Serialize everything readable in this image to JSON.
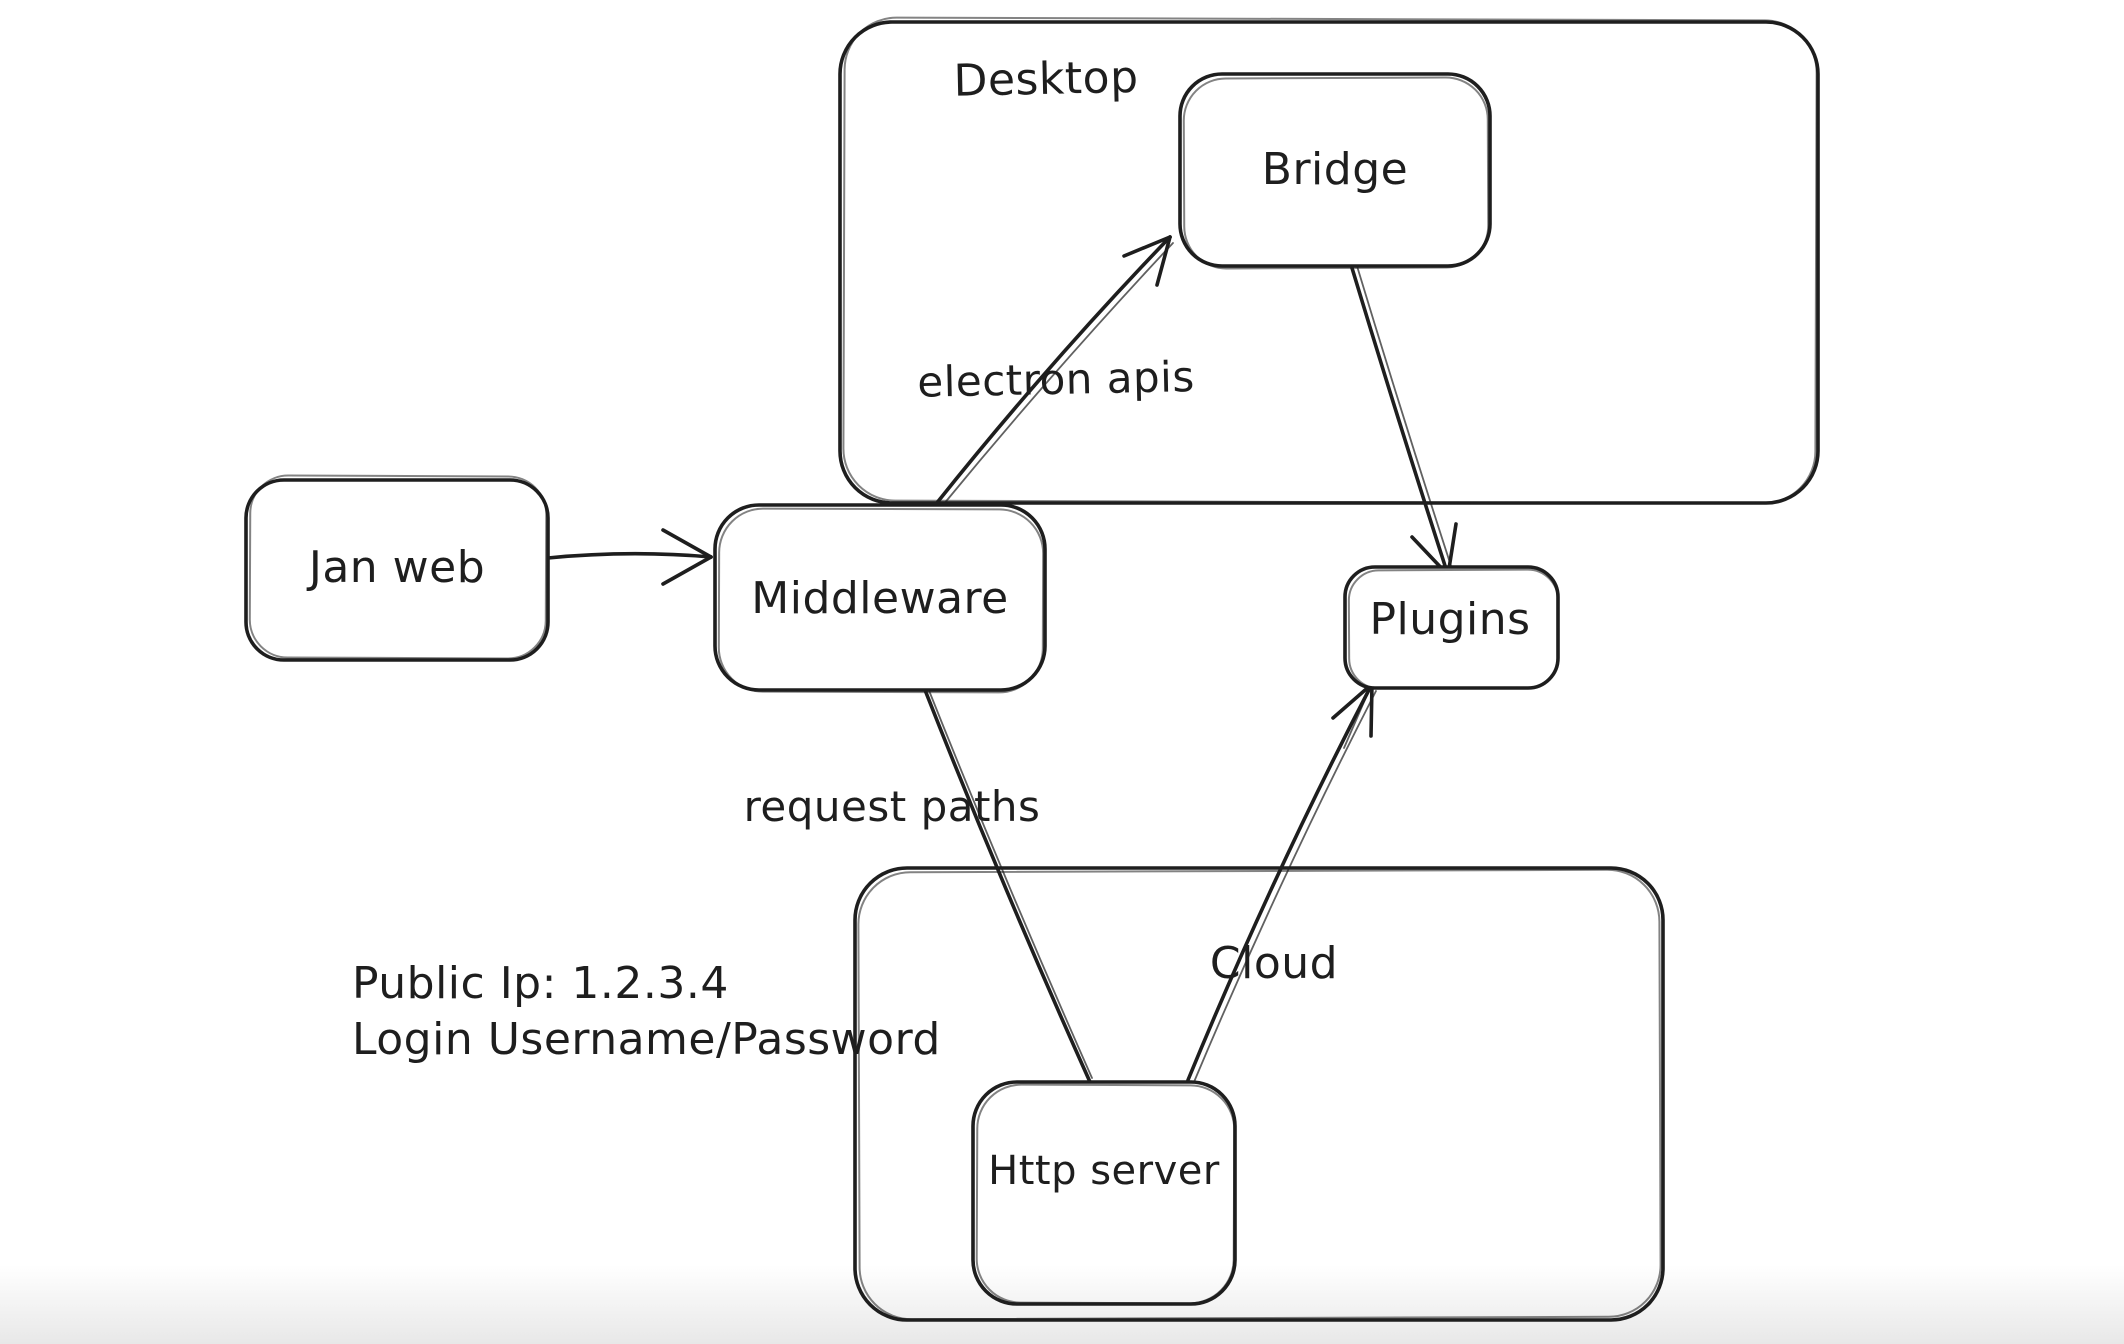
{
  "canvas": {
    "background": "#ffffff",
    "stroke_color": "#1e1e1e"
  },
  "nodes": {
    "desktop": {
      "label": "Desktop",
      "type": "container"
    },
    "cloud": {
      "label": "Cloud",
      "type": "container"
    },
    "jan_web": {
      "label": "Jan web",
      "type": "node"
    },
    "middleware": {
      "label": "Middleware",
      "type": "node"
    },
    "bridge": {
      "label": "Bridge",
      "type": "node"
    },
    "plugins": {
      "label": "Plugins",
      "type": "node"
    },
    "http_server": {
      "label": "Http server",
      "type": "node"
    }
  },
  "edges": [
    {
      "from": "Jan web",
      "to": "Middleware",
      "label": ""
    },
    {
      "from": "Middleware",
      "to": "Bridge",
      "label": "electron apis"
    },
    {
      "from": "Bridge",
      "to": "Plugins",
      "label": ""
    },
    {
      "from": "Middleware",
      "to": "Http server",
      "label": "request paths"
    },
    {
      "from": "Http server",
      "to": "Plugins",
      "label": ""
    }
  ],
  "edge_labels": {
    "electron_apis": "electron apis",
    "request_paths": "request paths"
  },
  "note": {
    "line1": "Public Ip: 1.2.3.4",
    "line2": "Login Username/Password"
  }
}
